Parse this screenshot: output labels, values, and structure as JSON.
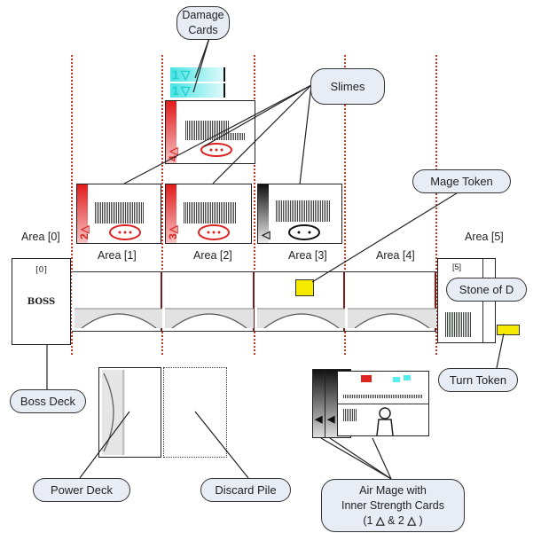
{
  "areas": [
    {
      "label": "Area [0]"
    },
    {
      "label": "Area [1]"
    },
    {
      "label": "Area [2]"
    },
    {
      "label": "Area [3]"
    },
    {
      "label": "Area [4]"
    },
    {
      "label": "Area [5]"
    }
  ],
  "callouts": {
    "damage_cards": "Damage Cards",
    "slimes": "Slimes",
    "mage_token": "Mage Token",
    "stone_of_d": "Stone of D",
    "turn_token": "Turn Token",
    "boss_deck": "Boss Deck",
    "power_deck": "Power Deck",
    "discard_pile": "Discard Pile",
    "air_mage_line1": "Air Mage with",
    "air_mage_line2": "Inner Strength Cards",
    "air_mage_line3_a": "(1",
    "air_mage_line3_b": "& 2",
    "air_mage_line3_c": ")"
  },
  "boss_deck": {
    "index": "[0]",
    "name": "BOSS"
  },
  "stone_card": {
    "index": "[5]"
  },
  "slime_cards": [
    {
      "area": 1,
      "strength": "2",
      "symbol": "△",
      "color": "red"
    },
    {
      "area": 2,
      "strength": "3",
      "symbol": "△",
      "color": "red"
    },
    {
      "area": 3,
      "strength": "",
      "symbol": "△",
      "color": "black"
    },
    {
      "area": 2,
      "strength": "4",
      "symbol": "△",
      "color": "red",
      "stacked": true
    }
  ],
  "damage_cards": [
    {
      "value": "1",
      "symbol": "▽"
    },
    {
      "value": "1",
      "symbol": "▽"
    }
  ],
  "colors": {
    "area_divider": "#c0392b",
    "callout_fill": "#e7ecf5",
    "token": "#f5ea00",
    "slime_red": "#d92020",
    "damage_cyan": "#49e3e3"
  }
}
